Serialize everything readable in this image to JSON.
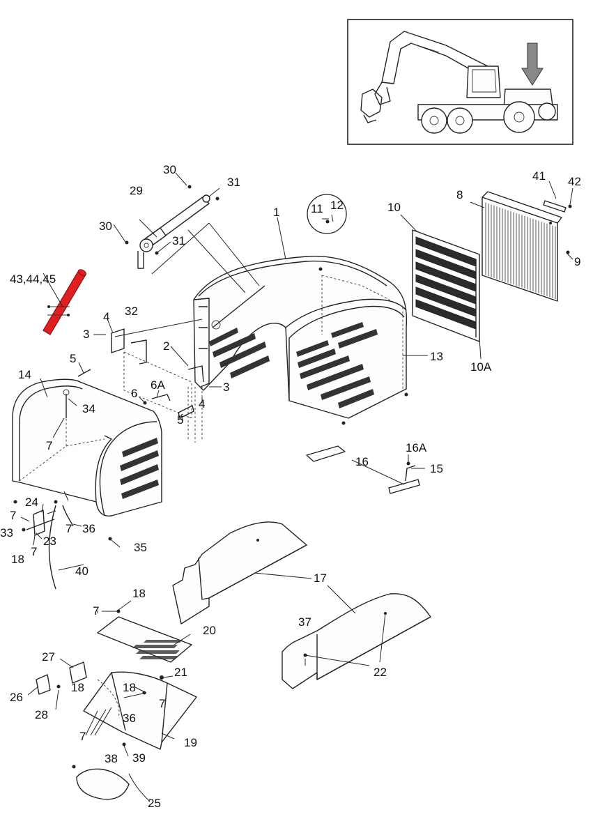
{
  "diagram": {
    "callouts": [
      {
        "id": "c1",
        "text": "1"
      },
      {
        "id": "c2",
        "text": "2"
      },
      {
        "id": "c3a",
        "text": "3"
      },
      {
        "id": "c3b",
        "text": "3"
      },
      {
        "id": "c4a",
        "text": "4"
      },
      {
        "id": "c4b",
        "text": "4"
      },
      {
        "id": "c5a",
        "text": "5"
      },
      {
        "id": "c5b",
        "text": "5"
      },
      {
        "id": "c6",
        "text": "6"
      },
      {
        "id": "c6a",
        "text": "6A"
      },
      {
        "id": "c7a",
        "text": "7"
      },
      {
        "id": "c7b",
        "text": "7"
      },
      {
        "id": "c7c",
        "text": "7"
      },
      {
        "id": "c7d",
        "text": "7"
      },
      {
        "id": "c7e",
        "text": "7"
      },
      {
        "id": "c7f",
        "text": "7"
      },
      {
        "id": "c7g",
        "text": "7"
      },
      {
        "id": "c8",
        "text": "8"
      },
      {
        "id": "c9",
        "text": "9"
      },
      {
        "id": "c10",
        "text": "10"
      },
      {
        "id": "c10a",
        "text": "10A"
      },
      {
        "id": "c11",
        "text": "11"
      },
      {
        "id": "c12",
        "text": "12"
      },
      {
        "id": "c13",
        "text": "13"
      },
      {
        "id": "c14",
        "text": "14"
      },
      {
        "id": "c15",
        "text": "15"
      },
      {
        "id": "c16",
        "text": "16"
      },
      {
        "id": "c16a",
        "text": "16A"
      },
      {
        "id": "c17",
        "text": "17"
      },
      {
        "id": "c18a",
        "text": "18"
      },
      {
        "id": "c18b",
        "text": "18"
      },
      {
        "id": "c18c",
        "text": "18"
      },
      {
        "id": "c18d",
        "text": "18"
      },
      {
        "id": "c19",
        "text": "19"
      },
      {
        "id": "c20",
        "text": "20"
      },
      {
        "id": "c21",
        "text": "21"
      },
      {
        "id": "c22",
        "text": "22"
      },
      {
        "id": "c23",
        "text": "23"
      },
      {
        "id": "c24",
        "text": "24"
      },
      {
        "id": "c25",
        "text": "25"
      },
      {
        "id": "c26",
        "text": "26"
      },
      {
        "id": "c27",
        "text": "27"
      },
      {
        "id": "c28",
        "text": "28"
      },
      {
        "id": "c29",
        "text": "29"
      },
      {
        "id": "c30a",
        "text": "30"
      },
      {
        "id": "c30b",
        "text": "30"
      },
      {
        "id": "c31a",
        "text": "31"
      },
      {
        "id": "c31b",
        "text": "31"
      },
      {
        "id": "c32",
        "text": "32"
      },
      {
        "id": "c33",
        "text": "33"
      },
      {
        "id": "c34",
        "text": "34"
      },
      {
        "id": "c35",
        "text": "35"
      },
      {
        "id": "c36a",
        "text": "36"
      },
      {
        "id": "c36b",
        "text": "36"
      },
      {
        "id": "c37",
        "text": "37"
      },
      {
        "id": "c38",
        "text": "38"
      },
      {
        "id": "c39",
        "text": "39"
      },
      {
        "id": "c40",
        "text": "40"
      },
      {
        "id": "c41",
        "text": "41"
      },
      {
        "id": "c42",
        "text": "42"
      },
      {
        "id": "c434445",
        "text": "43,44,45"
      }
    ],
    "highlight_color": "#e02020",
    "line_color": "#222222"
  }
}
